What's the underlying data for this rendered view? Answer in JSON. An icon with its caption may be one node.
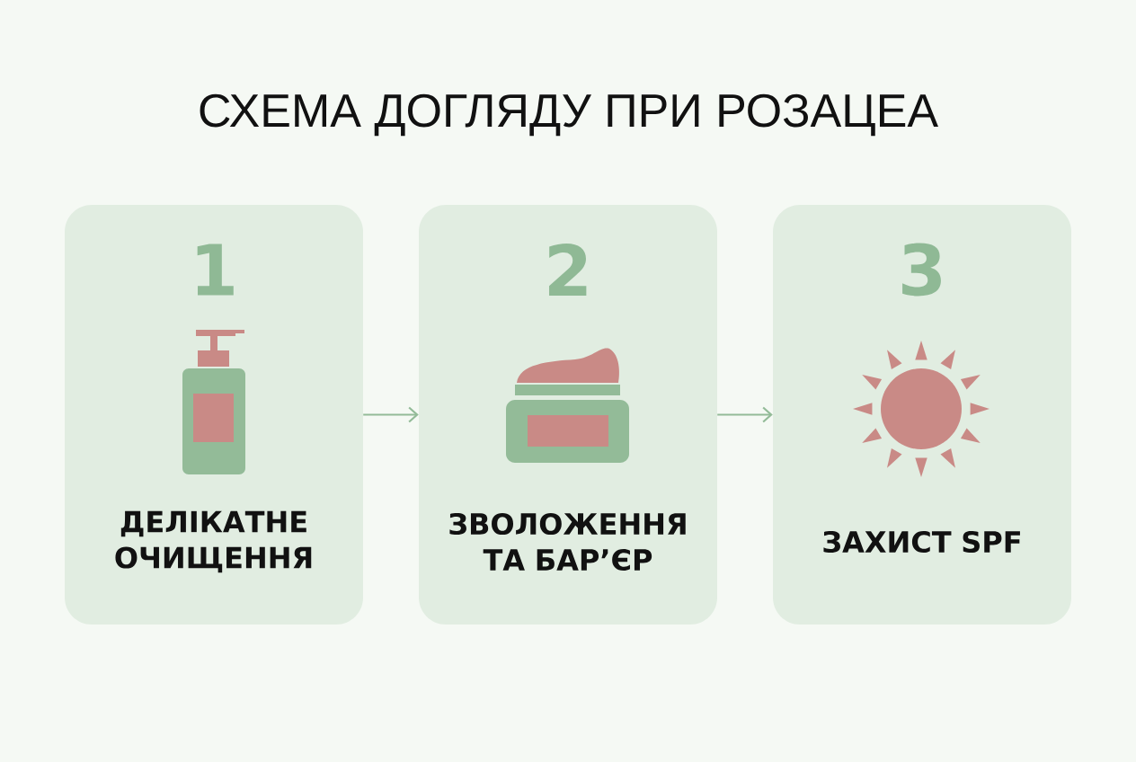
{
  "diagram": {
    "title": "СХЕМА ДОГЛЯДУ ПРИ РОЗАЦЕА",
    "nodes": [
      {
        "text": [
          "1",
          "ДЕЛІКАТНЕ ОЧИЩЕННЯ"
        ]
      },
      {
        "text": [
          "2",
          "ЗВОЛОЖЕННЯ ТА БАР’ЄР"
        ]
      },
      {
        "text": [
          "3",
          "ЗАХИСТ SPF"
        ]
      }
    ],
    "edges": [
      {
        "from": 0,
        "to": 1,
        "arrow": "to"
      },
      {
        "from": 1,
        "to": 2,
        "arrow": "to"
      }
    ]
  }
}
